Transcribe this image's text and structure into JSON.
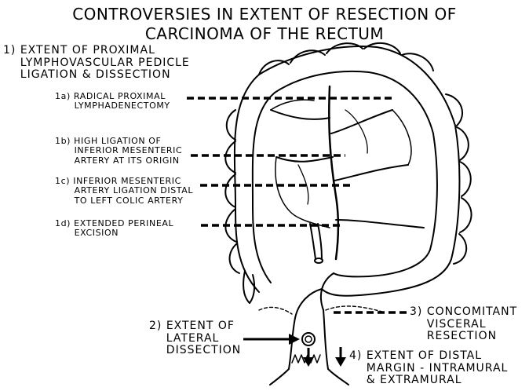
{
  "title": {
    "line1": "CONTROVERSIES IN EXTENT OF RESECTION OF",
    "line2": "CARCINOMA OF THE RECTUM"
  },
  "labels": {
    "l1": "1) EXTENT OF PROXIMAL\n    LYMPHOVASCULAR PEDICLE\n    LIGATION & DISSECTION",
    "l1a": "1a) RADICAL PROXIMAL\n      LYMPHADENECTOMY",
    "l1b": "1b) HIGH LIGATION OF\n      INFERIOR MESENTERIC\n      ARTERY AT ITS ORIGIN",
    "l1c": "1c) INFERIOR MESENTERIC\n      ARTERY LIGATION DISTAL\n      TO LEFT COLIC ARTERY",
    "l1d": "1d) EXTENDED PERINEAL\n      EXCISION",
    "l2": "2) EXTENT OF\n    LATERAL\n    DISSECTION",
    "l3": "3) CONCOMITANT\n    VISCERAL\n    RESECTION",
    "l4": "4) EXTENT OF DISTAL\n    MARGIN - INTRAMURAL\n    & EXTRAMURAL"
  }
}
